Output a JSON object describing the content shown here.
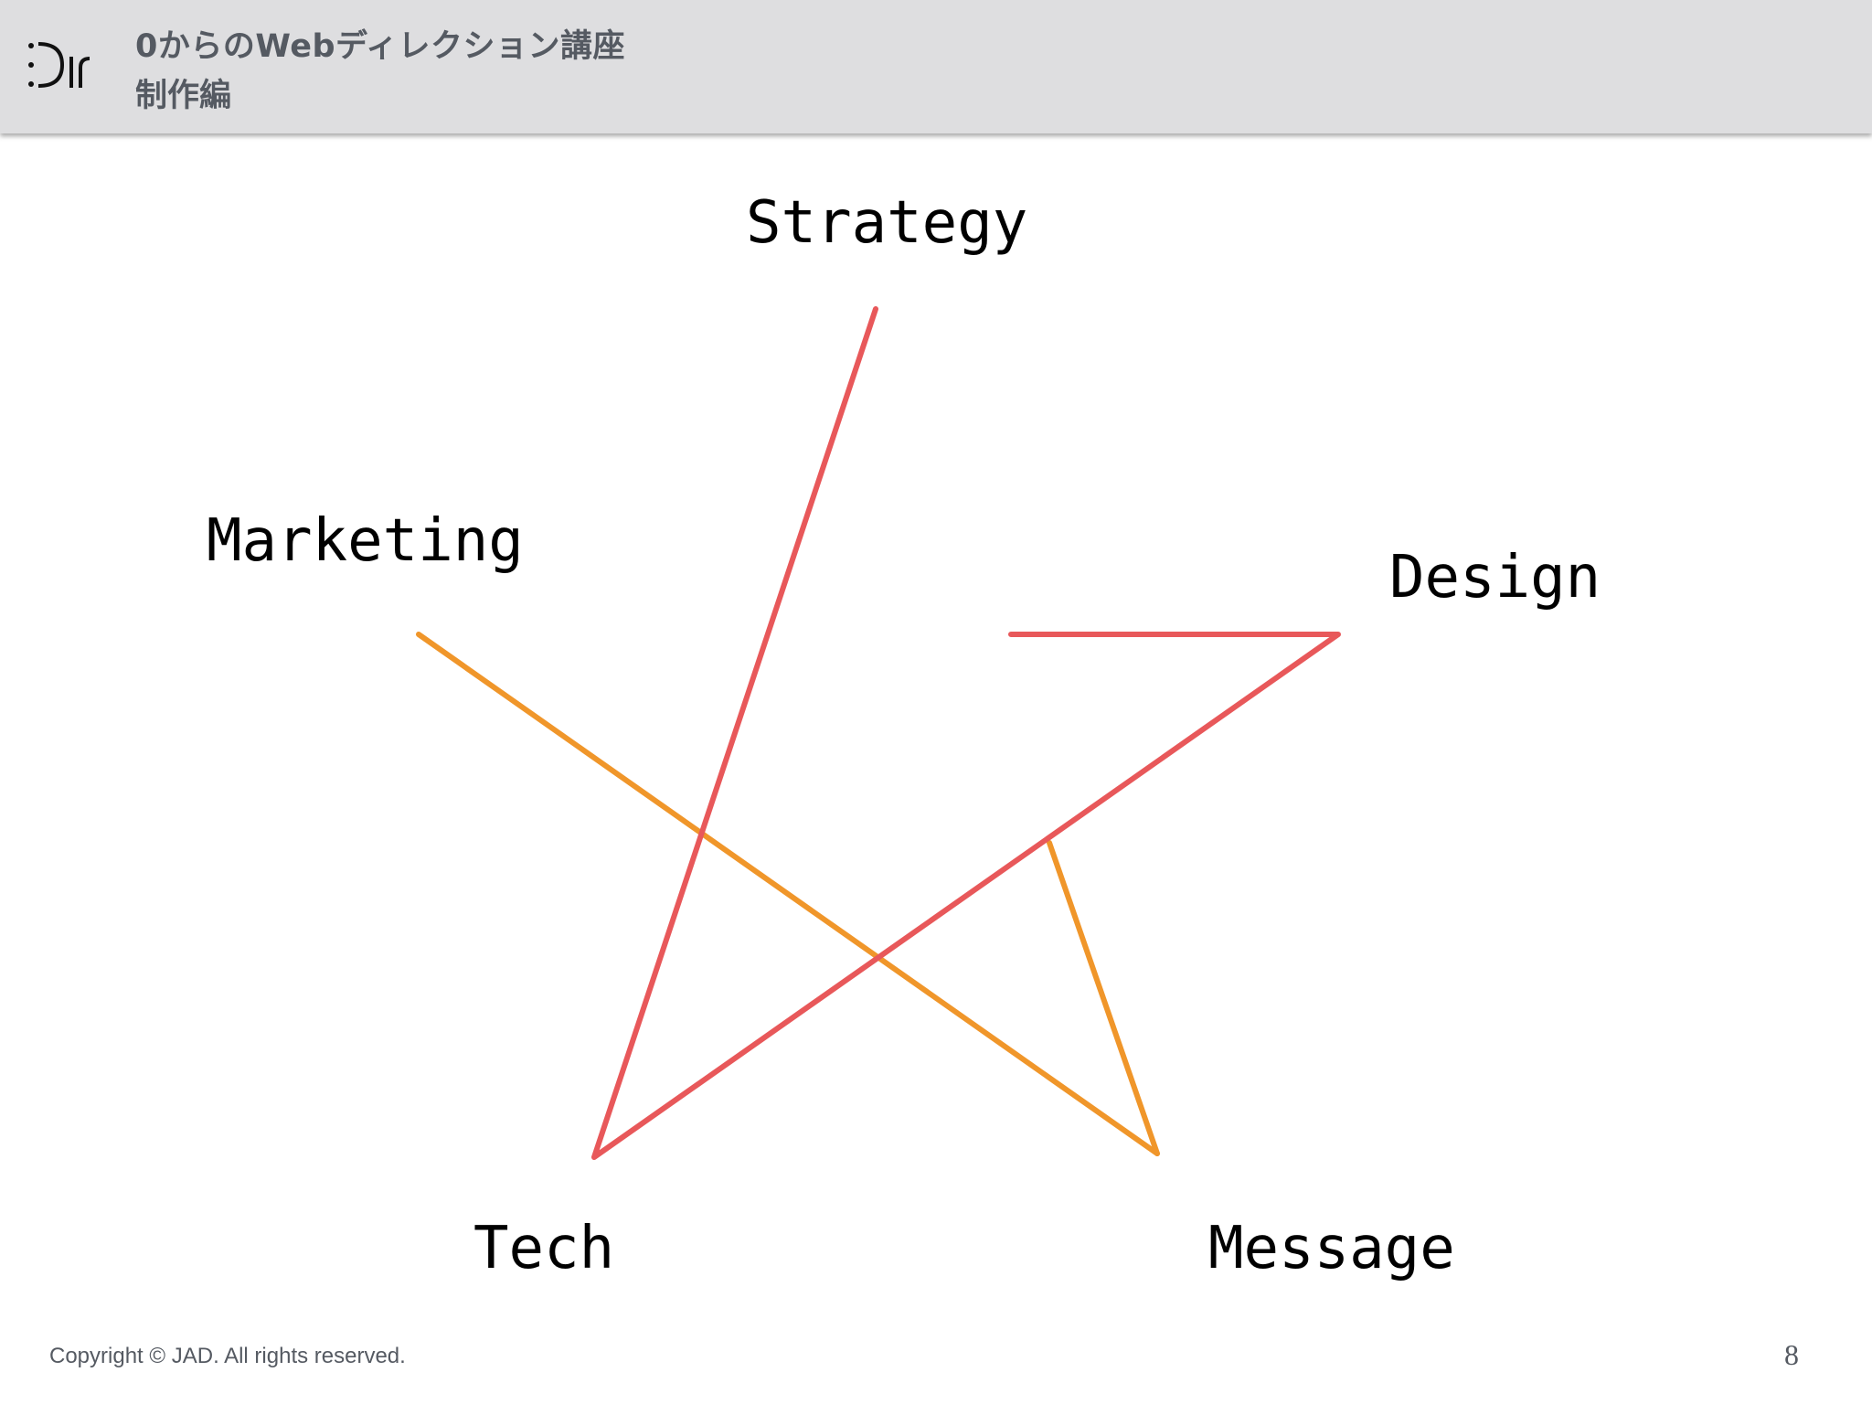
{
  "header": {
    "title": "0からのWebディレクション講座",
    "subtitle": "制作編",
    "logo_text": "Dir"
  },
  "diagram": {
    "labels": {
      "strategy": "Strategy",
      "marketing": "Marketing",
      "design": "Design",
      "tech": "Tech",
      "message": "Message"
    },
    "stroke_colors": {
      "red": "#e8585a",
      "orange": "#f0962a"
    }
  },
  "footer": {
    "copyright": "Copyright © JAD. All rights reserved.",
    "page_number": "8"
  }
}
